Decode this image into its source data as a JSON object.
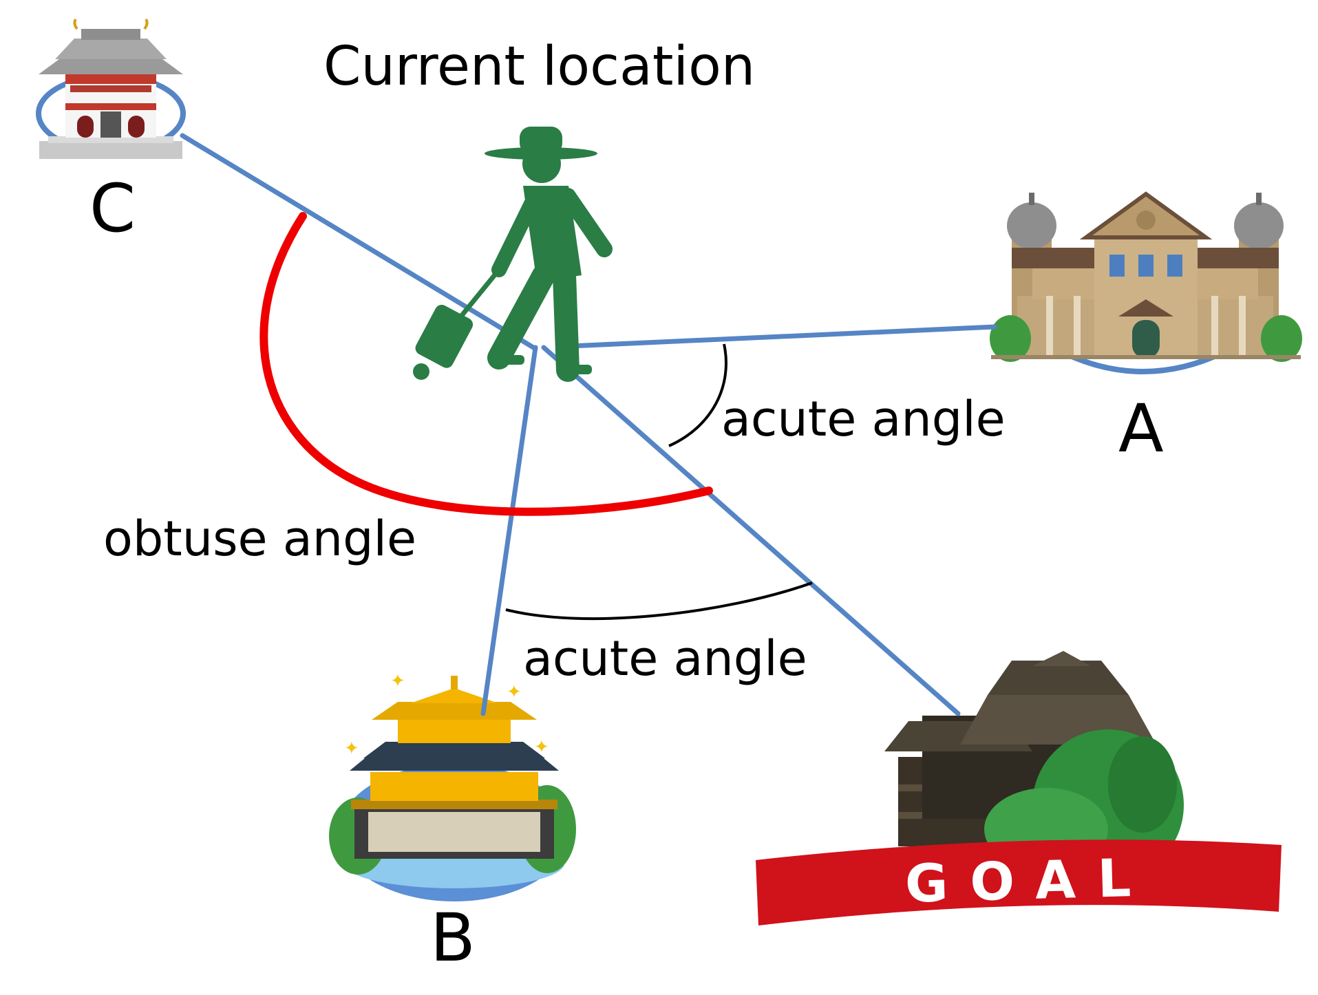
{
  "title": "Current location",
  "places": {
    "a": "A",
    "b": "B",
    "c": "C"
  },
  "goal_banner": "GOAL",
  "angles": {
    "goal_a": "acute angle",
    "goal_b": "acute angle",
    "goal_c": "obtuse angle"
  },
  "colors": {
    "route_line": "#5585c5",
    "obtuse_arc": "#ee0000",
    "acute_arc": "#000000",
    "walker": "#2a7d45",
    "goal_ribbon": "#d0121b"
  },
  "icons": {
    "walker": "walking-person-icon",
    "a": "western-building-icon",
    "b": "golden-pavilion-icon",
    "c": "red-temple-icon",
    "goal": "wooden-temple-icon"
  }
}
